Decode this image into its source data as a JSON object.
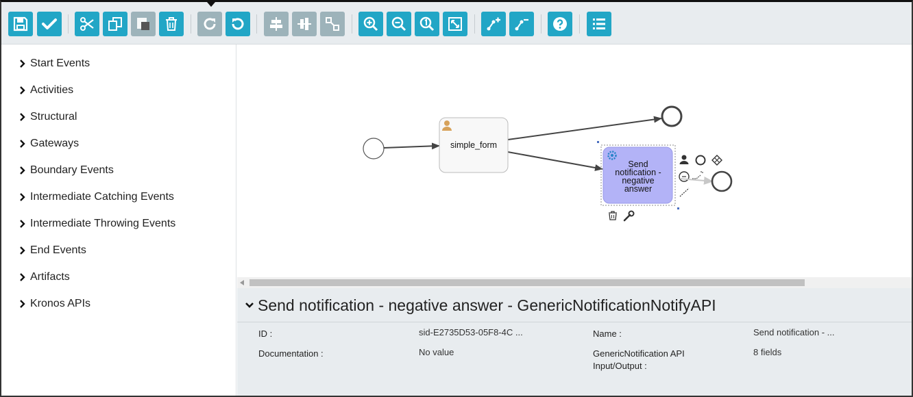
{
  "toolbar": {
    "buttons": [
      {
        "name": "save",
        "icon": "save-icon",
        "enabled": true
      },
      {
        "name": "validate",
        "icon": "check-icon",
        "enabled": true
      },
      {
        "name": "cut",
        "icon": "scissors-icon",
        "enabled": true
      },
      {
        "name": "copy",
        "icon": "copy-icon",
        "enabled": true
      },
      {
        "name": "paste",
        "icon": "paste-icon",
        "enabled": false
      },
      {
        "name": "delete",
        "icon": "trash-icon",
        "enabled": true
      },
      {
        "name": "redo",
        "icon": "redo-icon",
        "enabled": false
      },
      {
        "name": "undo",
        "icon": "undo-icon",
        "enabled": true
      },
      {
        "name": "align-horizontal",
        "icon": "align-horizontal-icon",
        "enabled": false
      },
      {
        "name": "align-vertical",
        "icon": "align-vertical-icon",
        "enabled": false
      },
      {
        "name": "same-size",
        "icon": "same-size-icon",
        "enabled": false
      },
      {
        "name": "zoom-in",
        "icon": "zoom-in-icon",
        "enabled": true
      },
      {
        "name": "zoom-out",
        "icon": "zoom-out-icon",
        "enabled": true
      },
      {
        "name": "zoom-actual",
        "icon": "zoom-actual-icon",
        "enabled": true
      },
      {
        "name": "zoom-fit",
        "icon": "zoom-fit-icon",
        "enabled": true
      },
      {
        "name": "add-bendpoint",
        "icon": "add-bendpoint-icon",
        "enabled": true
      },
      {
        "name": "remove-bendpoint",
        "icon": "remove-bendpoint-icon",
        "enabled": true
      },
      {
        "name": "help",
        "icon": "help-icon",
        "enabled": true
      },
      {
        "name": "list",
        "icon": "list-icon",
        "enabled": true
      }
    ],
    "accent": "#22a6c6",
    "disabled": "#9db3ba"
  },
  "sidebar": {
    "items": [
      {
        "label": "Start Events"
      },
      {
        "label": "Activities"
      },
      {
        "label": "Structural"
      },
      {
        "label": "Gateways"
      },
      {
        "label": "Boundary Events"
      },
      {
        "label": "Intermediate Catching Events"
      },
      {
        "label": "Intermediate Throwing Events"
      },
      {
        "label": "End Events"
      },
      {
        "label": "Artifacts"
      },
      {
        "label": "Kronos APIs"
      }
    ]
  },
  "canvas": {
    "tasks": {
      "simple_form": {
        "label": "simple_form",
        "icon": "user-icon"
      },
      "send_notification": {
        "label_lines": [
          "Send",
          "notification -",
          "negative",
          "answer"
        ],
        "icon": "gear-icon",
        "selected": true,
        "fill": "#b3b3f7"
      }
    },
    "context_icons": [
      "user-icon",
      "circle-icon",
      "gateway-icon",
      "timer-icon",
      "connector-icon",
      "flow-icon",
      "delete-icon",
      "wrench-icon"
    ]
  },
  "properties": {
    "title": "Send notification - negative answer - GenericNotificationNotifyAPI",
    "fields": {
      "id_label": "ID :",
      "id_value": "sid-E2735D53-05F8-4C ...",
      "name_label": "Name :",
      "name_value": "Send notification - ...",
      "doc_label": "Documentation :",
      "doc_value": "No value",
      "io_label_1": "GenericNotification API",
      "io_label_2": "Input/Output :",
      "io_value": "8 fields"
    }
  }
}
